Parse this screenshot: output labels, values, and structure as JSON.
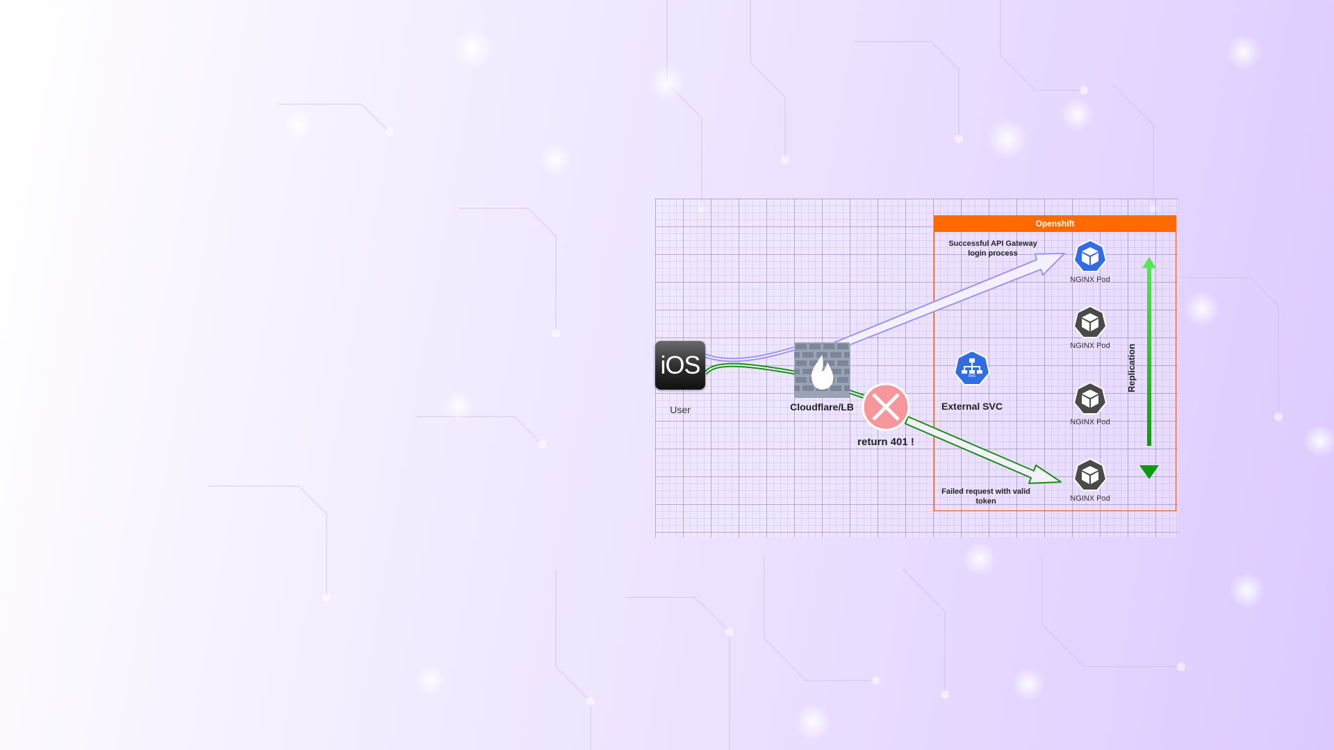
{
  "diagram": {
    "openshift_title": "Openshift",
    "user_label": "User",
    "ios_logo_text": "iOS",
    "firewall_label": "Cloudflare/LB",
    "error_label": "return 401 !",
    "service_label": "External SVC",
    "service_icon_text": "svc",
    "success_note": [
      "Successful API Gateway",
      "login process"
    ],
    "failed_note": [
      "Failed request with valid",
      "token"
    ],
    "pods": [
      {
        "label": "NGINX Pod",
        "highlighted": true
      },
      {
        "label": "NGINX Pod",
        "highlighted": false
      },
      {
        "label": "NGINX Pod",
        "highlighted": false
      },
      {
        "label": "NGINX Pod",
        "highlighted": false
      }
    ],
    "replication_label": "Replication",
    "colors": {
      "openshift_header": "#ff6a00",
      "openshift_border": "#e25a1c",
      "success_arrow": "#9b92f2",
      "failed_arrow": "#138f13",
      "replication_arrow_top": "#55e655",
      "replication_arrow_bottom": "#0a9a0a",
      "error_circle": "#f8979b",
      "k8s_blue": "#326ce5",
      "k8s_gray": "#4a4a4a"
    }
  }
}
